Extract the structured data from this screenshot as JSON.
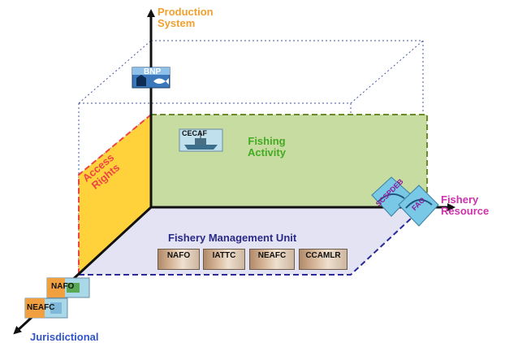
{
  "axes": {
    "production_system": "Production\nSystem",
    "fishery_resource": "Fishery\nResource",
    "jurisdictional": "Jurisdictional"
  },
  "regions": {
    "fishing_activity": "Fishing\nActivity",
    "access_rights": "Access\nRights",
    "fishery_management_unit": "Fishery Management Unit"
  },
  "tiles": {
    "bnp": "BNP",
    "cecaf": "CECAF",
    "fmu": [
      "NAFO",
      "IATTC",
      "NEAFC",
      "CCAMLR"
    ],
    "resource": [
      "SCSPDEB",
      "FAO"
    ],
    "jurisdiction": [
      "NAFO",
      "NEAFC"
    ]
  },
  "colors": {
    "green_fill": "#c7dca1",
    "green_border": "#6b8a2a",
    "yellow": "#ffd23c",
    "fmu_fill": "#e3e3f4",
    "fmu_border": "#2a2a99",
    "axis": "#111111",
    "box_dotted": "#4455aa"
  }
}
